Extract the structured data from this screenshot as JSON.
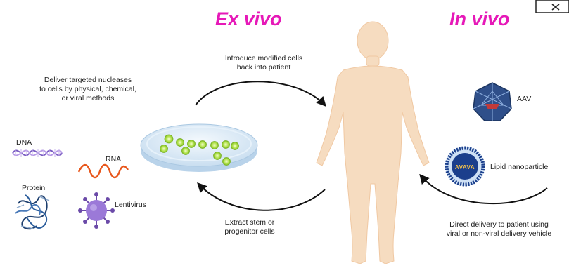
{
  "titles": {
    "ex_vivo": "Ex vivo",
    "in_vivo": "In vivo"
  },
  "ex_vivo": {
    "deliver_text": [
      "Deliver targeted nucleases",
      "to cells by physical, chemical,",
      "or viral methods"
    ],
    "introduce_text": [
      "Introduce modified cells",
      "back into patient"
    ],
    "extract_text": [
      "Extract stem or",
      "progenitor cells"
    ],
    "cargo_labels": {
      "dna": "DNA",
      "rna": "RNA",
      "protein": "Protein",
      "lentivirus": "Lentivirus"
    }
  },
  "in_vivo": {
    "aav_label": "AAV",
    "lnp_label": "Lipid nanoparticle",
    "lnp_inner_text": "AVAVA",
    "direct_text": [
      "Direct delivery to patient using",
      "viral or non-viral delivery vehicle"
    ]
  },
  "colors": {
    "title_magenta": "#e619b8",
    "aav_blue": "#2f4f8a",
    "lnp_blue": "#1b3f8c",
    "virus_purple": "#8b63c8",
    "rna_orange": "#e8561b",
    "dna_purple": "#7a5cc2",
    "cell_green": "#9ad43a",
    "dish_blue": "#d6e8f6",
    "skin": "#f6dcc0"
  }
}
